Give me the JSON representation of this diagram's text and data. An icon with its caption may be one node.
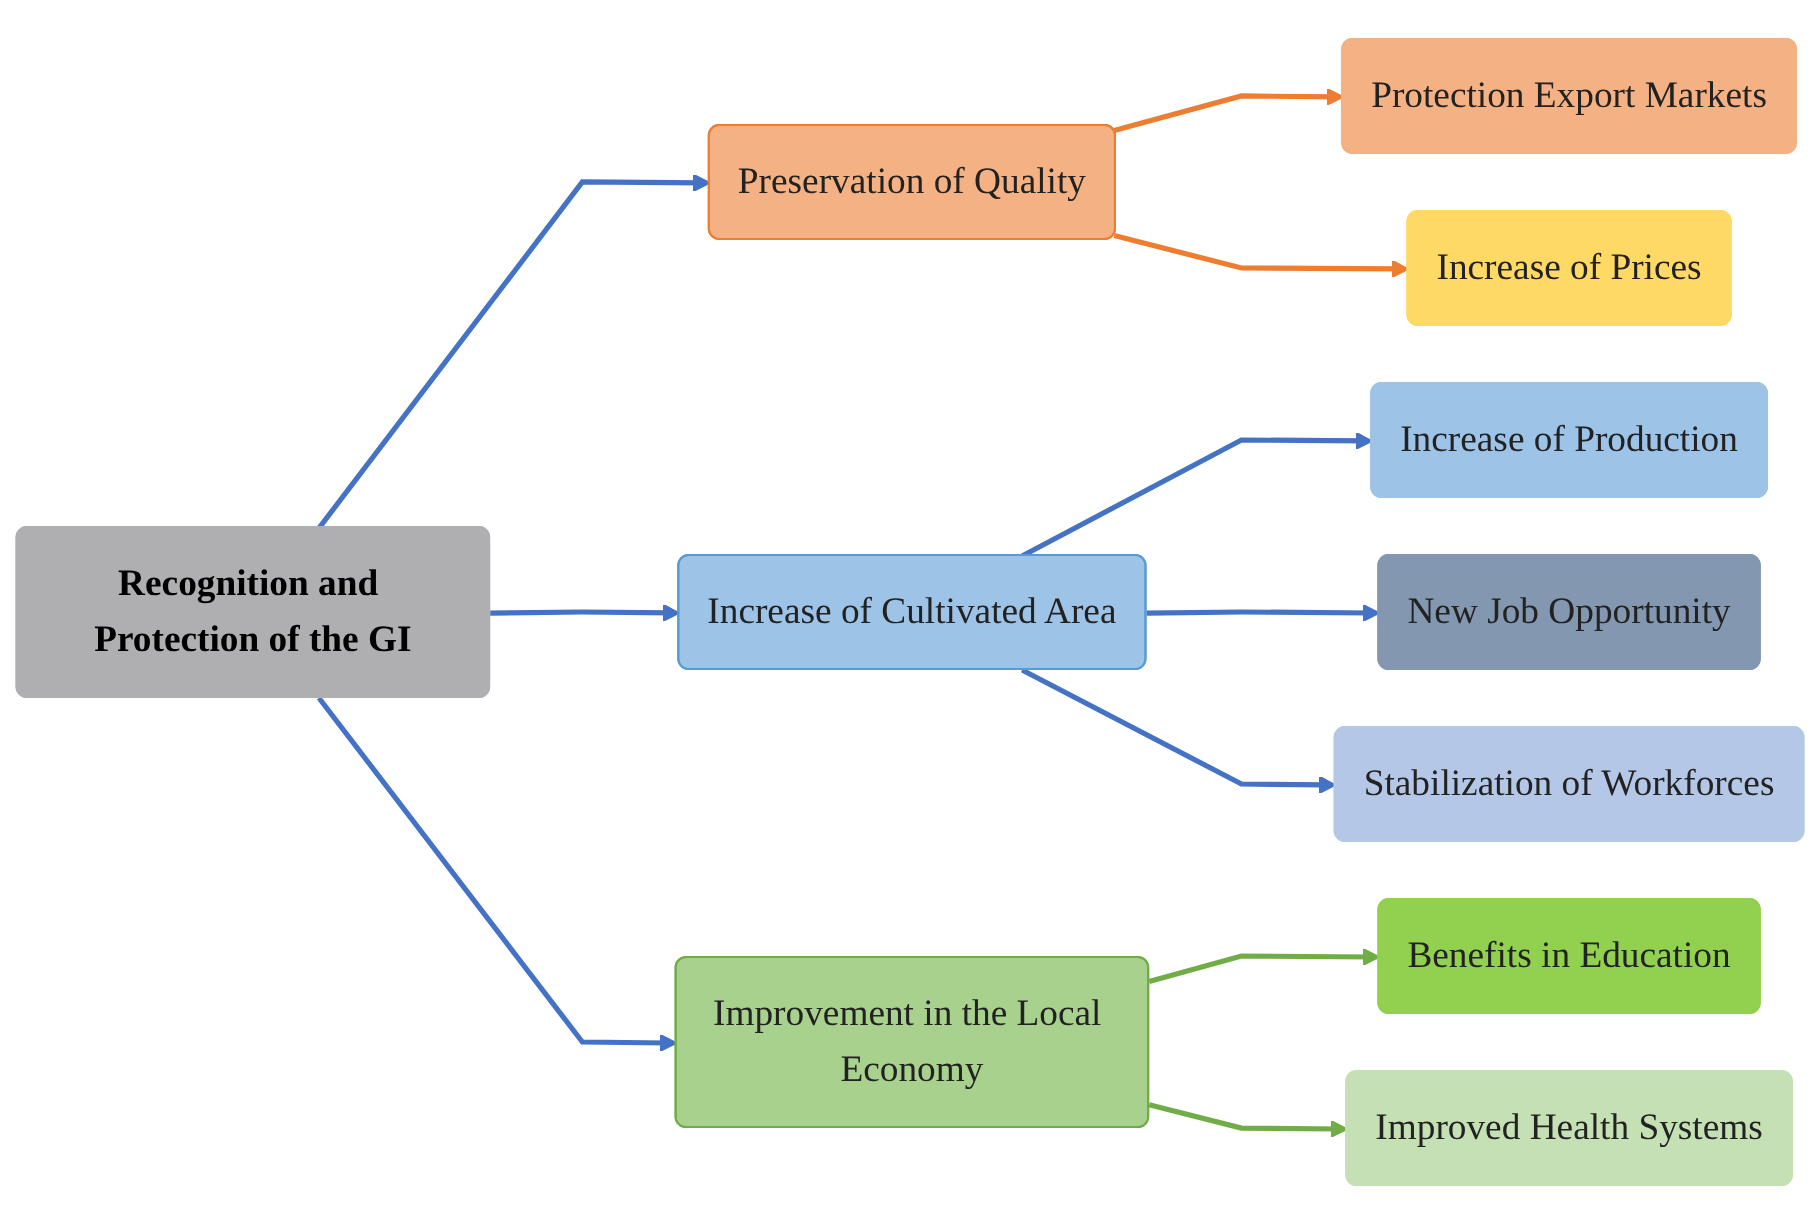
{
  "diagram": {
    "nodes": [
      {
        "text": [
          "Recognition and Protection of the GI"
        ]
      },
      {
        "text": [
          "Preservation of Quality"
        ]
      },
      {
        "text": [
          "Protection Export Markets"
        ]
      },
      {
        "text": [
          "Increase of Prices"
        ]
      },
      {
        "text": [
          "Increase of Cultivated Area"
        ]
      },
      {
        "text": [
          "Increase of Production"
        ]
      },
      {
        "text": [
          "New Job Opportunity"
        ]
      },
      {
        "text": [
          "Stabilization of Workforces"
        ]
      },
      {
        "text": [
          "Improvement in the Local Economy"
        ]
      },
      {
        "text": [
          "Benefits in Education"
        ]
      },
      {
        "text": [
          "Improved Health Systems"
        ]
      }
    ],
    "edges": [
      {
        "from": 0,
        "to": 1,
        "arrow": "to"
      },
      {
        "from": 0,
        "to": 4,
        "arrow": "to"
      },
      {
        "from": 0,
        "to": 8,
        "arrow": "to"
      },
      {
        "from": 1,
        "to": 2,
        "arrow": "to",
        "color": "#ed7d31"
      },
      {
        "from": 1,
        "to": 3,
        "arrow": "to",
        "color": "#ed7d31"
      },
      {
        "from": 4,
        "to": 5,
        "arrow": "to"
      },
      {
        "from": 4,
        "to": 6,
        "arrow": "to"
      },
      {
        "from": 4,
        "to": 7,
        "arrow": "to"
      },
      {
        "from": 8,
        "to": 9,
        "arrow": "to",
        "color": "#70ad47"
      },
      {
        "from": 8,
        "to": 10,
        "arrow": "to",
        "color": "#70ad47"
      }
    ]
  }
}
